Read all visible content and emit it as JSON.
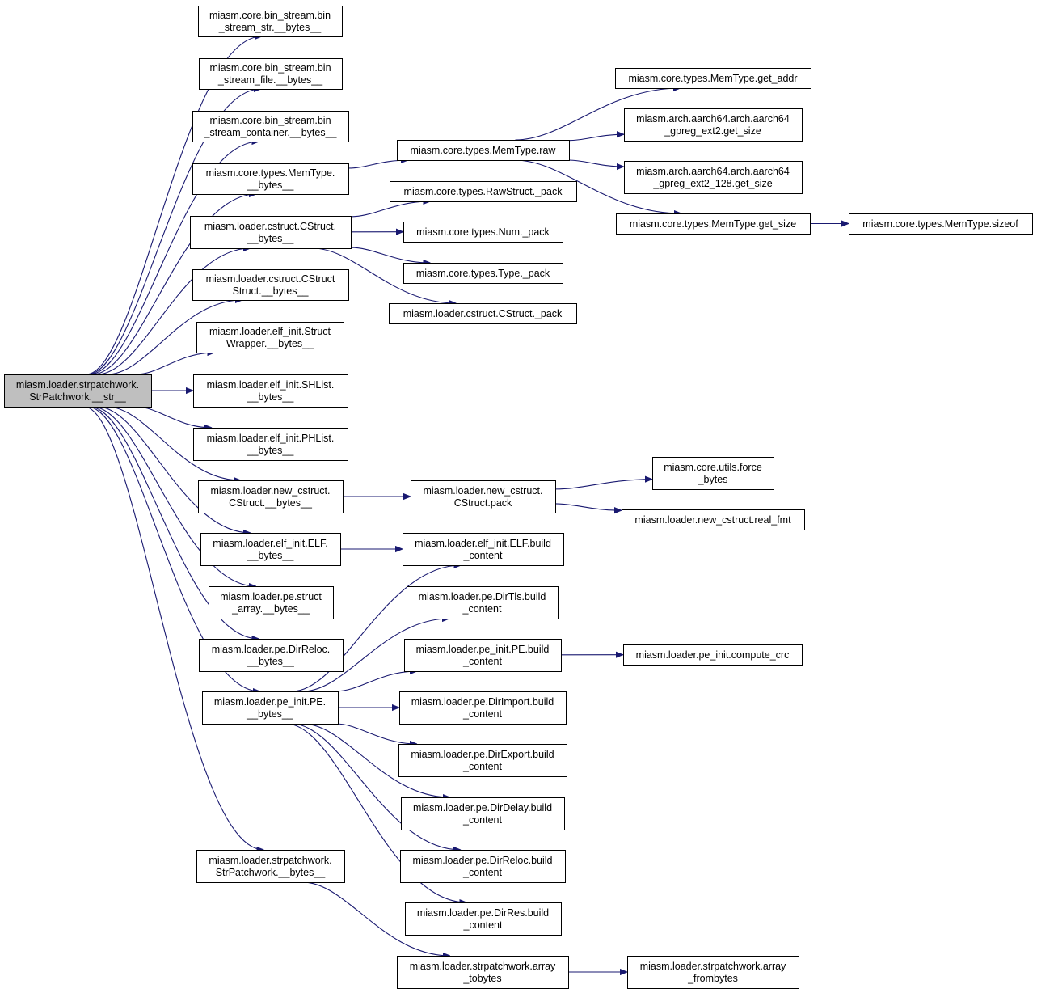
{
  "nodes": [
    {
      "id": "n0",
      "lines": [
        "miasm.loader.strpatchwork.",
        "StrPatchwork.__str__"
      ],
      "root": true
    },
    {
      "id": "n1",
      "lines": [
        "miasm.core.bin_stream.bin",
        "_stream_str.__bytes__"
      ]
    },
    {
      "id": "n2",
      "lines": [
        "miasm.core.bin_stream.bin",
        "_stream_file.__bytes__"
      ]
    },
    {
      "id": "n3",
      "lines": [
        "miasm.core.bin_stream.bin",
        "_stream_container.__bytes__"
      ]
    },
    {
      "id": "n4",
      "lines": [
        "miasm.core.types.MemType.",
        "__bytes__"
      ]
    },
    {
      "id": "n5",
      "lines": [
        "miasm.loader.cstruct.CStruct.",
        "__bytes__"
      ]
    },
    {
      "id": "n6",
      "lines": [
        "miasm.loader.cstruct.CStruct",
        "Struct.__bytes__"
      ]
    },
    {
      "id": "n7",
      "lines": [
        "miasm.loader.elf_init.Struct",
        "Wrapper.__bytes__"
      ]
    },
    {
      "id": "n8",
      "lines": [
        "miasm.loader.elf_init.SHList.",
        "__bytes__"
      ]
    },
    {
      "id": "n9",
      "lines": [
        "miasm.loader.elf_init.PHList.",
        "__bytes__"
      ]
    },
    {
      "id": "n10",
      "lines": [
        "miasm.loader.new_cstruct.",
        "CStruct.__bytes__"
      ]
    },
    {
      "id": "n11",
      "lines": [
        "miasm.loader.elf_init.ELF.",
        "__bytes__"
      ]
    },
    {
      "id": "n12",
      "lines": [
        "miasm.loader.pe.struct",
        "_array.__bytes__"
      ]
    },
    {
      "id": "n13",
      "lines": [
        "miasm.loader.pe.DirReloc.",
        "__bytes__"
      ]
    },
    {
      "id": "n14",
      "lines": [
        "miasm.loader.pe_init.PE.",
        "__bytes__"
      ]
    },
    {
      "id": "n15",
      "lines": [
        "miasm.loader.strpatchwork.",
        "StrPatchwork.__bytes__"
      ]
    },
    {
      "id": "n16",
      "lines": [
        "miasm.core.types.MemType.raw"
      ]
    },
    {
      "id": "n17",
      "lines": [
        "miasm.core.types.RawStruct._pack"
      ]
    },
    {
      "id": "n18",
      "lines": [
        "miasm.core.types.Num._pack"
      ]
    },
    {
      "id": "n19",
      "lines": [
        "miasm.core.types.Type._pack"
      ]
    },
    {
      "id": "n20",
      "lines": [
        "miasm.loader.cstruct.CStruct._pack"
      ]
    },
    {
      "id": "n21",
      "lines": [
        "miasm.loader.new_cstruct.",
        "CStruct.pack"
      ]
    },
    {
      "id": "n22",
      "lines": [
        "miasm.loader.elf_init.ELF.build",
        "_content"
      ]
    },
    {
      "id": "n23",
      "lines": [
        "miasm.loader.pe.DirTls.build",
        "_content"
      ]
    },
    {
      "id": "n24",
      "lines": [
        "miasm.loader.pe_init.PE.build",
        "_content"
      ]
    },
    {
      "id": "n25",
      "lines": [
        "miasm.loader.pe.DirImport.build",
        "_content"
      ]
    },
    {
      "id": "n26",
      "lines": [
        "miasm.loader.pe.DirExport.build",
        "_content"
      ]
    },
    {
      "id": "n27",
      "lines": [
        "miasm.loader.pe.DirDelay.build",
        "_content"
      ]
    },
    {
      "id": "n28",
      "lines": [
        "miasm.loader.pe.DirReloc.build",
        "_content"
      ]
    },
    {
      "id": "n29",
      "lines": [
        "miasm.loader.pe.DirRes.build",
        "_content"
      ]
    },
    {
      "id": "n30",
      "lines": [
        "miasm.loader.strpatchwork.array",
        "_tobytes"
      ]
    },
    {
      "id": "n31",
      "lines": [
        "miasm.core.types.MemType.get_addr"
      ]
    },
    {
      "id": "n32",
      "lines": [
        "miasm.arch.aarch64.arch.aarch64",
        "_gpreg_ext2.get_size"
      ]
    },
    {
      "id": "n33",
      "lines": [
        "miasm.arch.aarch64.arch.aarch64",
        "_gpreg_ext2_128.get_size"
      ]
    },
    {
      "id": "n34",
      "lines": [
        "miasm.core.types.MemType.get_size"
      ]
    },
    {
      "id": "n35",
      "lines": [
        "miasm.core.types.MemType.sizeof"
      ]
    },
    {
      "id": "n36",
      "lines": [
        "miasm.core.utils.force",
        "_bytes"
      ]
    },
    {
      "id": "n37",
      "lines": [
        "miasm.loader.new_cstruct.real_fmt"
      ]
    },
    {
      "id": "n38",
      "lines": [
        "miasm.loader.pe_init.compute_crc"
      ]
    },
    {
      "id": "n39",
      "lines": [
        "miasm.loader.strpatchwork.array",
        "_frombytes"
      ]
    }
  ],
  "edges": [
    [
      "n0",
      "n1"
    ],
    [
      "n0",
      "n2"
    ],
    [
      "n0",
      "n3"
    ],
    [
      "n0",
      "n4"
    ],
    [
      "n0",
      "n5"
    ],
    [
      "n0",
      "n6"
    ],
    [
      "n0",
      "n7"
    ],
    [
      "n0",
      "n8"
    ],
    [
      "n0",
      "n9"
    ],
    [
      "n0",
      "n10"
    ],
    [
      "n0",
      "n11"
    ],
    [
      "n0",
      "n12"
    ],
    [
      "n0",
      "n13"
    ],
    [
      "n0",
      "n14"
    ],
    [
      "n0",
      "n15"
    ],
    [
      "n4",
      "n16"
    ],
    [
      "n5",
      "n17"
    ],
    [
      "n5",
      "n18"
    ],
    [
      "n5",
      "n19"
    ],
    [
      "n5",
      "n20"
    ],
    [
      "n10",
      "n21"
    ],
    [
      "n11",
      "n22"
    ],
    [
      "n14",
      "n22"
    ],
    [
      "n14",
      "n23"
    ],
    [
      "n14",
      "n24"
    ],
    [
      "n14",
      "n25"
    ],
    [
      "n14",
      "n26"
    ],
    [
      "n14",
      "n27"
    ],
    [
      "n14",
      "n28"
    ],
    [
      "n14",
      "n29"
    ],
    [
      "n15",
      "n30"
    ],
    [
      "n16",
      "n31"
    ],
    [
      "n16",
      "n32"
    ],
    [
      "n16",
      "n33"
    ],
    [
      "n16",
      "n34"
    ],
    [
      "n34",
      "n35"
    ],
    [
      "n21",
      "n36"
    ],
    [
      "n21",
      "n37"
    ],
    [
      "n24",
      "n38"
    ],
    [
      "n30",
      "n39"
    ]
  ]
}
